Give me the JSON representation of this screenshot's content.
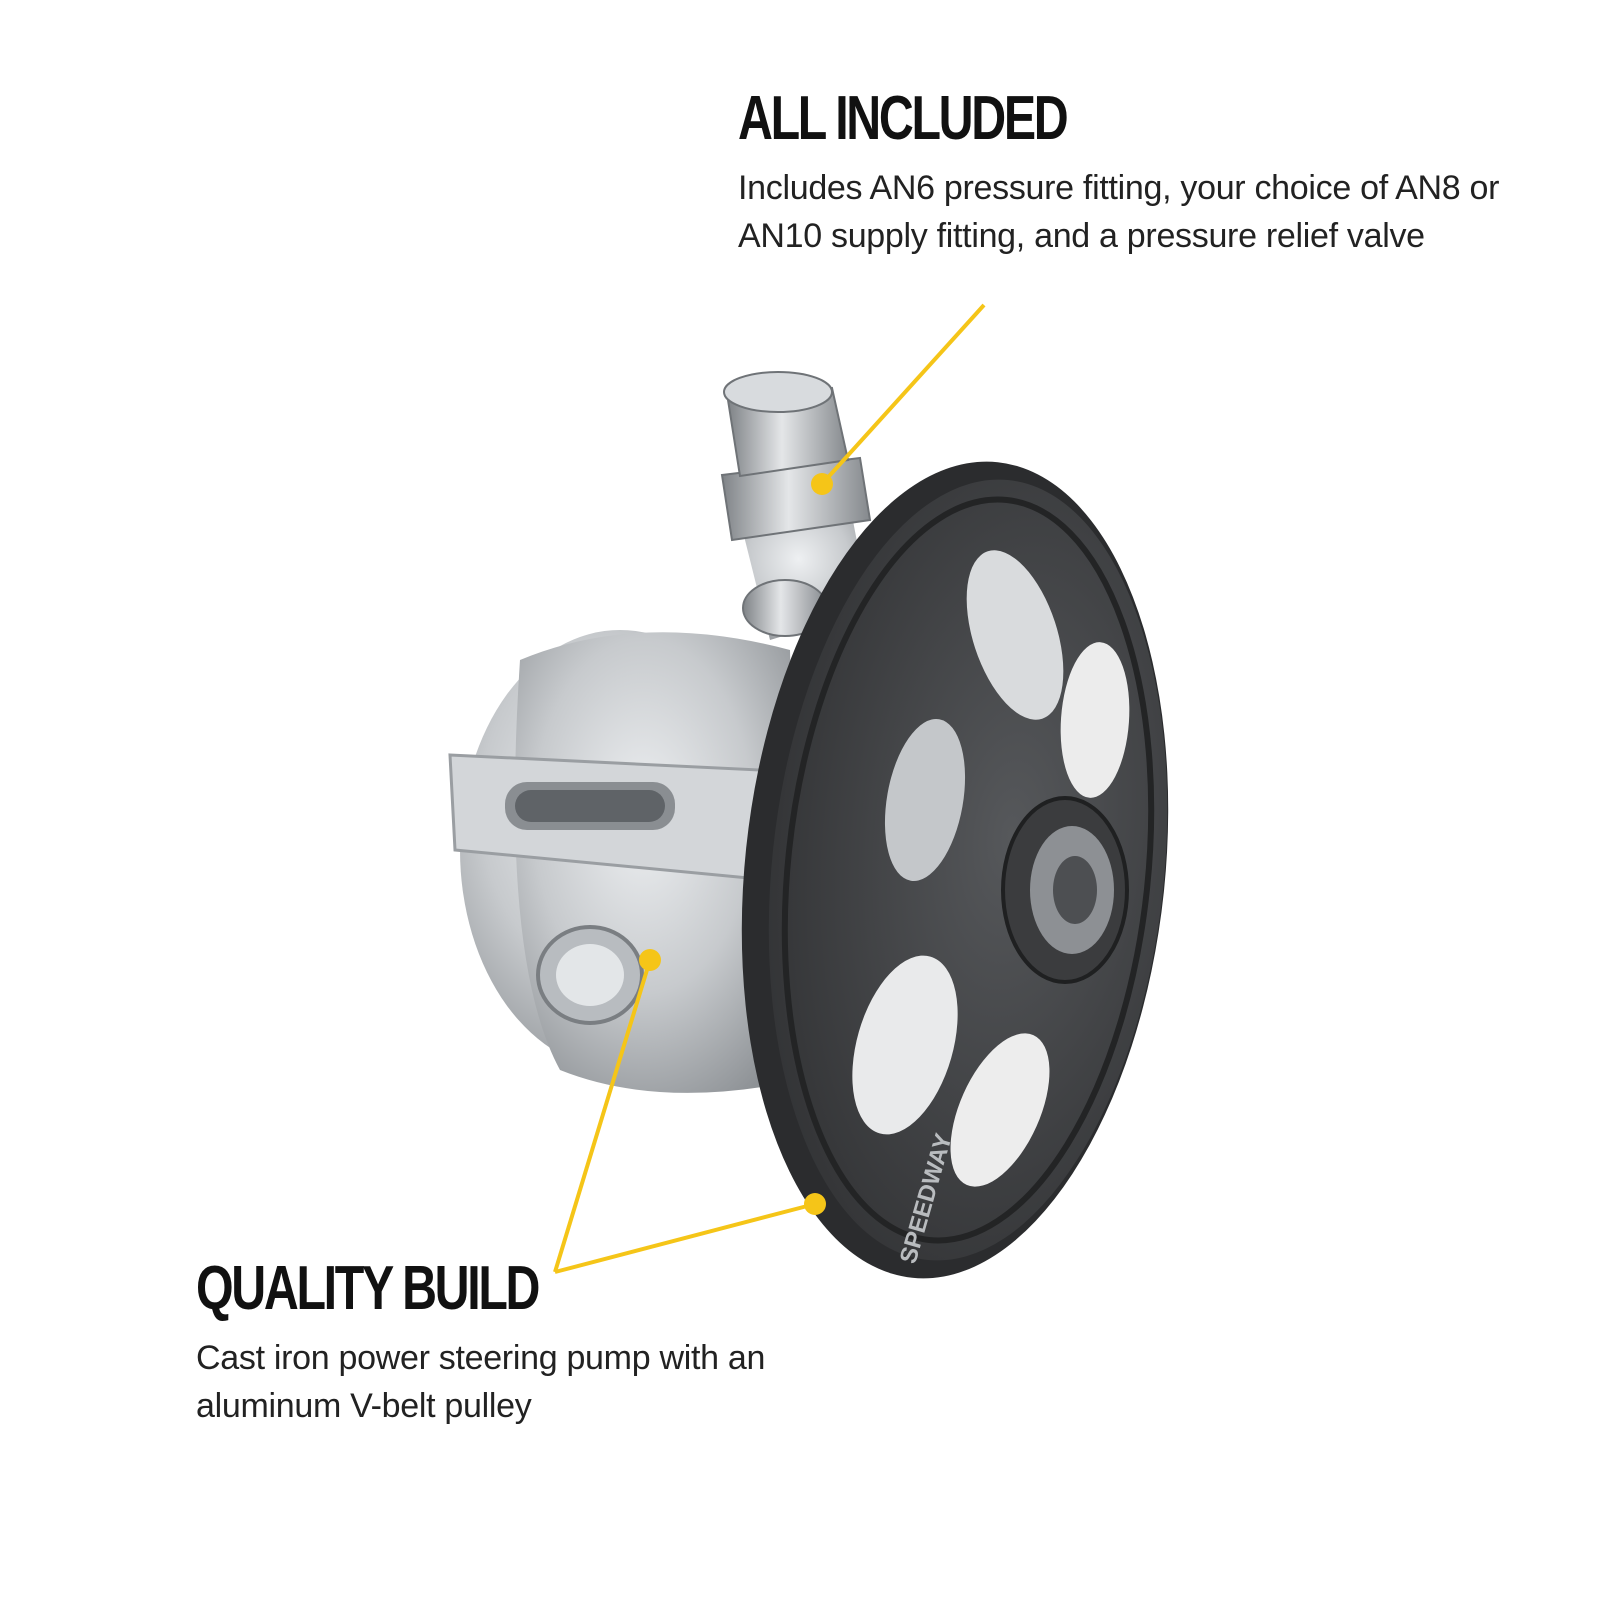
{
  "callouts": {
    "all_included": {
      "title": "ALL INCLUDED",
      "body": "Includes AN6 pressure fitting, your choice of AN8 or AN10 supply fitting, and a pressure relief valve"
    },
    "quality_build": {
      "title": "QUALITY BUILD",
      "body": "Cast iron power steering pump with an aluminum V-belt pulley"
    }
  },
  "brand_mark": "SPEEDWAY",
  "colors": {
    "accent": "#F5C518",
    "text": "#1b1b1b",
    "pulley": "#3a3b3d",
    "pump_body": "#c9ccd0"
  }
}
